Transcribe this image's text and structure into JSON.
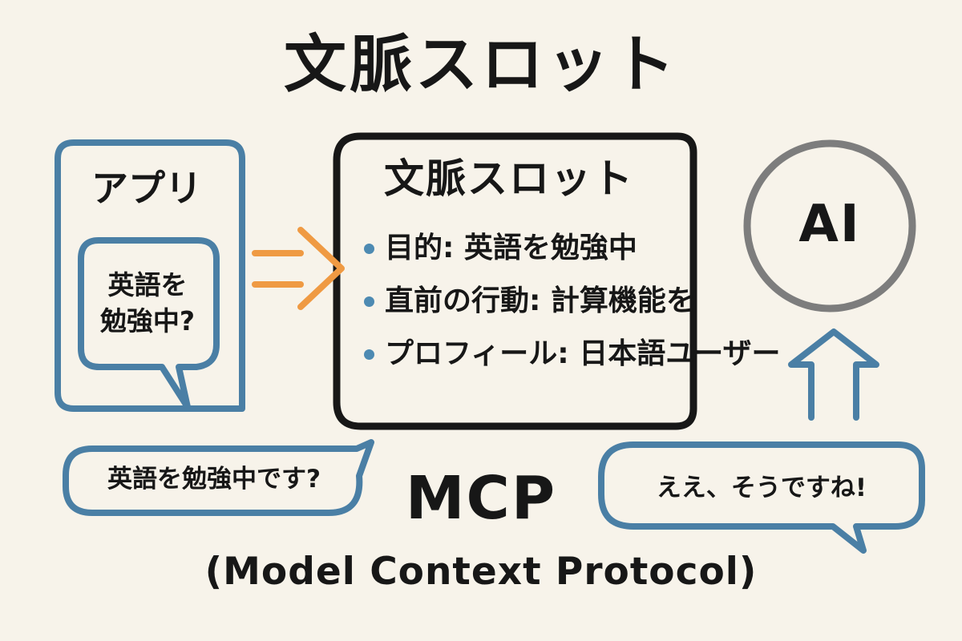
{
  "title": "文脈スロット",
  "app": {
    "label": "アプリ",
    "bubble_text": "英語を\n勉強中?",
    "color": "#4a7fa5"
  },
  "context_slot": {
    "title": "文脈スロット",
    "items": [
      "目的: 英語を勉強中",
      "直前の行動: 計算機能を",
      "プロフィール: 日本語ユーザー"
    ],
    "border_color": "#171717"
  },
  "ai": {
    "label": "AI",
    "circle_color": "#7d7d7d"
  },
  "arrows": {
    "app_to_slot_color": "#ef9a43",
    "to_ai_color": "#4a7fa5"
  },
  "chat": {
    "left_bubble": "英語を勉強中です?",
    "right_bubble": "ええ、そうですね!"
  },
  "mcp": {
    "label": "MCP",
    "full_name": "(Model Context Protocol)"
  },
  "colors": {
    "background": "#f7f3ea",
    "text": "#171717",
    "accent_blue": "#4a7fa5",
    "accent_orange": "#ef9a43",
    "ai_gray": "#7d7d7d"
  }
}
